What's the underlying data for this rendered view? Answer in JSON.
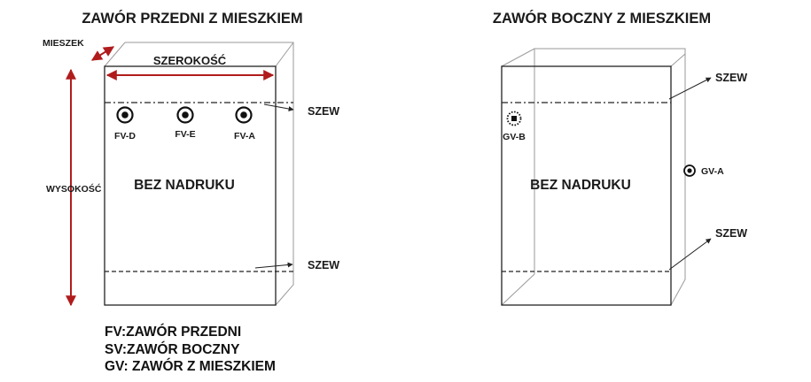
{
  "front": {
    "title": "ZAWÓR PRZEDNI Z MIESZKIEM",
    "gusset_label": "MIESZEK",
    "width_label": "SZEROKOŚĆ",
    "height_label": "WYSOKOŚĆ",
    "seam_top_label": "SZEW",
    "seam_bottom_label": "SZEW",
    "valves": [
      "FV-D",
      "FV-E",
      "FV-A"
    ],
    "no_print_label": "BEZ NADRUKU"
  },
  "side": {
    "title": "ZAWÓR BOCZNY Z MIESZKIEM",
    "seam_top_label": "SZEW",
    "seam_bottom_label": "SZEW",
    "valve_left": "GV-B",
    "valve_right": "GV-A",
    "no_print_label": "BEZ NADRUKU"
  },
  "legend": {
    "line1": "FV:ZAWÓR PRZEDNI",
    "line2": "SV:ZAWÓR BOCZNY",
    "line3": "GV: ZAWÓR Z MIESZKIEM"
  },
  "colors": {
    "dimension_arrow": "#b01c1c",
    "outline": "#222222",
    "gusset_outline": "#9a9a9a"
  }
}
